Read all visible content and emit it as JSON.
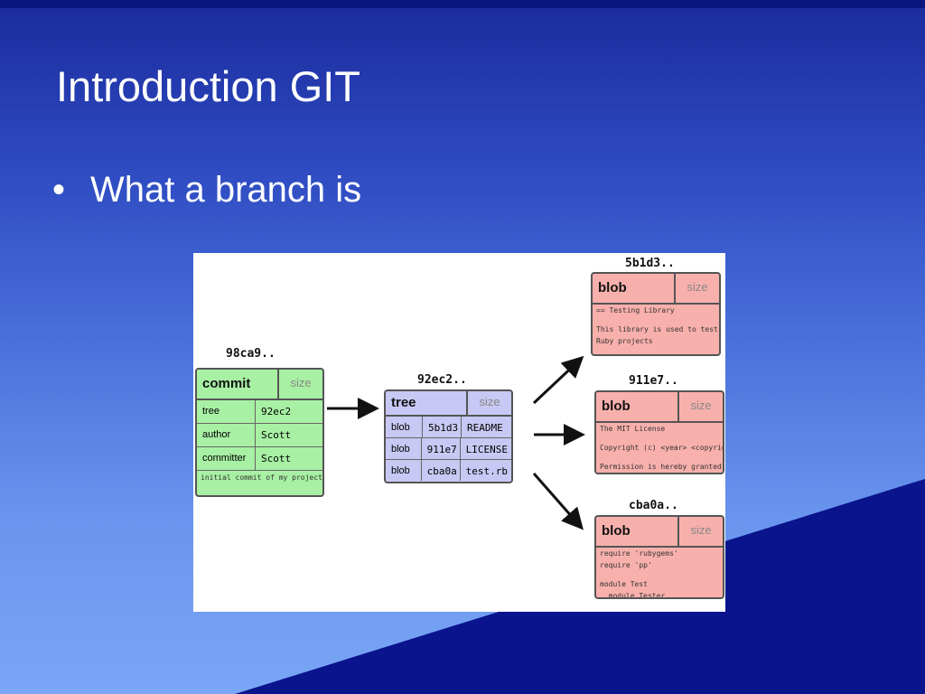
{
  "slide": {
    "title": "Introduction GIT",
    "bullet_symbol": "•",
    "bullet": "What a branch is"
  },
  "diagram": {
    "commit": {
      "hash": "98ca9..",
      "kind": "commit",
      "size": "size",
      "rows": [
        {
          "field": "tree",
          "value": "92ec2"
        },
        {
          "field": "author",
          "value": "Scott"
        },
        {
          "field": "committer",
          "value": "Scott"
        }
      ],
      "message": "initial commit of my project"
    },
    "tree": {
      "hash": "92ec2..",
      "kind": "tree",
      "size": "size",
      "rows": [
        {
          "type": "blob",
          "sha": "5b1d3",
          "name": "README"
        },
        {
          "type": "blob",
          "sha": "911e7",
          "name": "LICENSE"
        },
        {
          "type": "blob",
          "sha": "cba0a",
          "name": "test.rb"
        }
      ]
    },
    "blobs": [
      {
        "hash": "5b1d3..",
        "kind": "blob",
        "size": "size",
        "lines": [
          "== Testing Library",
          "",
          "This library is used to test",
          "Ruby projects"
        ]
      },
      {
        "hash": "911e7..",
        "kind": "blob",
        "size": "size",
        "lines": [
          "The MIT License",
          "",
          "Copyright (c) <year> <copyright",
          "",
          "Permission is hereby granted,"
        ]
      },
      {
        "hash": "cba0a..",
        "kind": "blob",
        "size": "size",
        "lines": [
          "require 'rubygems'",
          "require 'pp'",
          "",
          "module Test",
          "  module Tester"
        ]
      }
    ],
    "colors": {
      "commit": "#a8f0a4",
      "tree": "#c8c8f4",
      "blob": "#f8b0ac",
      "border": "#555555"
    }
  }
}
